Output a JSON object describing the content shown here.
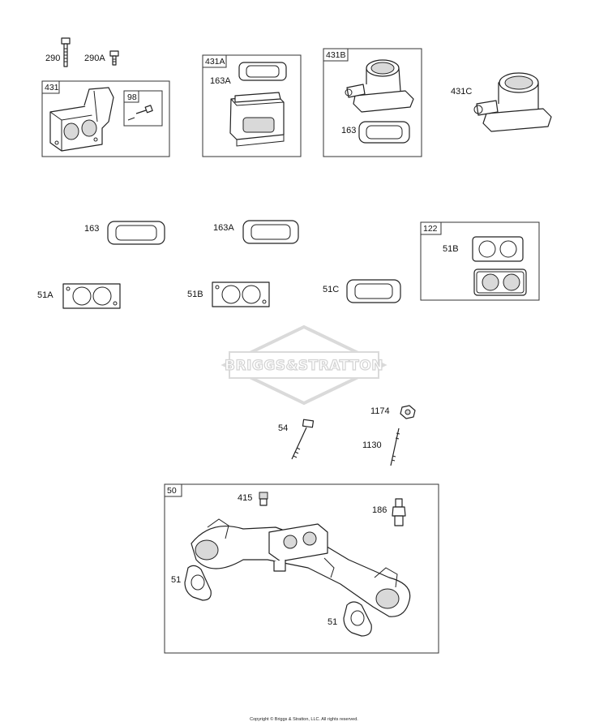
{
  "diagram": {
    "labels": {
      "p290": "290",
      "p290a": "290A",
      "p431": "431",
      "p98": "98",
      "p431a": "431A",
      "p163a_top": "163A",
      "p431b": "431B",
      "p163_in_431b": "163",
      "p431c": "431C",
      "p163": "163",
      "p163a": "163A",
      "p122": "122",
      "p51b_kit": "51B",
      "p51a": "51A",
      "p51b": "51B",
      "p51c": "51C",
      "p54": "54",
      "p1174": "1174",
      "p1130": "1130",
      "p50": "50",
      "p415": "415",
      "p186": "186",
      "p51_left": "51",
      "p51_right": "51"
    },
    "watermark": "BRIGGS&STRATTON",
    "copyright": "Copyright © Briggs & Stratton, LLC. All rights reserved."
  }
}
